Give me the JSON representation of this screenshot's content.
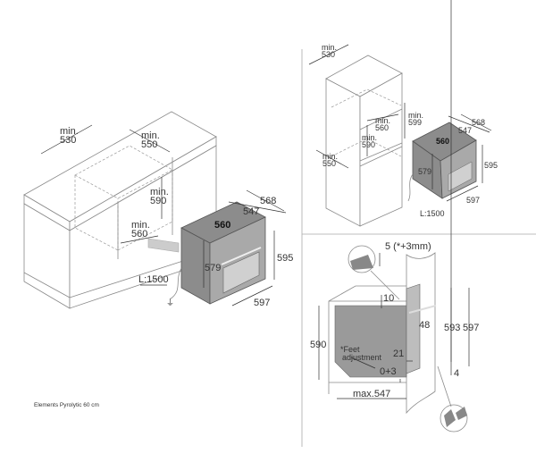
{
  "caption": "Elements Pyrolytic 60 cm",
  "left_view": {
    "min_530": [
      "min.",
      "530"
    ],
    "min_550": [
      "min.",
      "550"
    ],
    "min_590": [
      "min.",
      "590"
    ],
    "min_560": [
      "min.",
      "560"
    ],
    "oven_dims": {
      "d568": "568",
      "d547": "547",
      "d560": "560",
      "d595": "595",
      "d579": "579",
      "d597": "597"
    },
    "cable": "L:1500"
  },
  "tall_view": {
    "min_530": [
      "min.",
      "530"
    ],
    "min_599": [
      "min.",
      "599"
    ],
    "min_560": [
      "min.",
      "560"
    ],
    "min_590": [
      "min.",
      "590"
    ],
    "min_550": [
      "min.",
      "550"
    ],
    "oven_dims": {
      "d568": "568",
      "d547": "547",
      "d560": "560",
      "d595": "595",
      "d579": "579",
      "d597": "597"
    },
    "cable": "L:1500"
  },
  "side_view": {
    "gap": "5 (*+3mm)",
    "d10": "10",
    "d48": "48",
    "d593": "593",
    "d597": "597",
    "d590": "590",
    "feet": [
      "*Feet",
      "adjustment"
    ],
    "d21": "21",
    "feet_range": "0+3",
    "d4": "4",
    "max547": "max.547"
  }
}
